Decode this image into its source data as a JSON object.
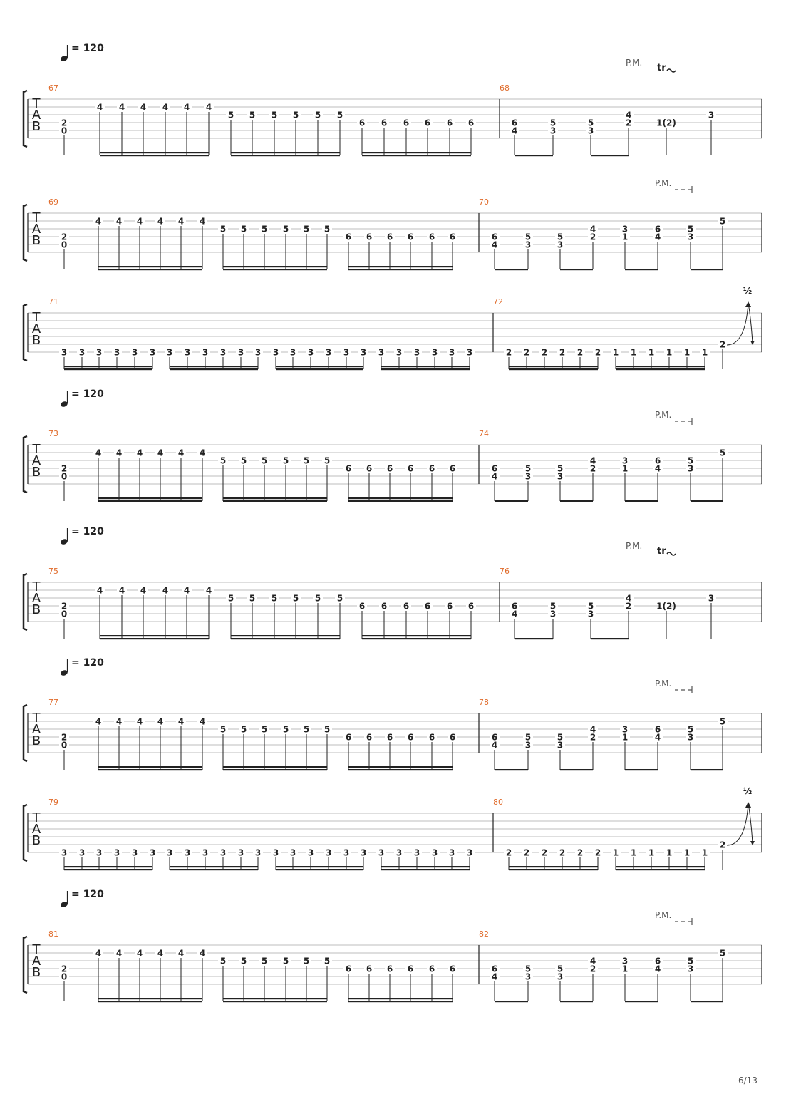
{
  "page": {
    "number": "6/13"
  },
  "labels": {
    "tab": [
      "T",
      "A",
      "B"
    ],
    "palm_mute": "P.M.",
    "trill": "tr",
    "bend": "½"
  },
  "systems": [
    {
      "tempo": "120",
      "annotation": "pm_trill",
      "measures": [
        {
          "number": "67",
          "pattern": "riffA"
        },
        {
          "number": "68",
          "pattern": "endTrill"
        }
      ]
    },
    {
      "tempo": null,
      "annotation": "pm_dash",
      "measures": [
        {
          "number": "69",
          "pattern": "riffA"
        },
        {
          "number": "70",
          "pattern": "endRun"
        }
      ]
    },
    {
      "tempo": null,
      "annotation": "bend",
      "measures": [
        {
          "number": "71",
          "pattern": "riffB"
        },
        {
          "number": "72",
          "pattern": "endBend"
        }
      ]
    },
    {
      "tempo": "120",
      "annotation": "pm_dash",
      "measures": [
        {
          "number": "73",
          "pattern": "riffA"
        },
        {
          "number": "74",
          "pattern": "endRun"
        }
      ]
    },
    {
      "tempo": "120",
      "annotation": "pm_trill",
      "measures": [
        {
          "number": "75",
          "pattern": "riffA"
        },
        {
          "number": "76",
          "pattern": "endTrill"
        }
      ]
    },
    {
      "tempo": "120",
      "annotation": "pm_dash",
      "measures": [
        {
          "number": "77",
          "pattern": "riffA"
        },
        {
          "number": "78",
          "pattern": "endRun"
        }
      ]
    },
    {
      "tempo": null,
      "annotation": "bend",
      "measures": [
        {
          "number": "79",
          "pattern": "riffB"
        },
        {
          "number": "80",
          "pattern": "endBend"
        }
      ]
    },
    {
      "tempo": "120",
      "annotation": "pm_dash",
      "measures": [
        {
          "number": "81",
          "pattern": "riffA"
        },
        {
          "number": "82",
          "pattern": "endRun"
        }
      ]
    }
  ],
  "patterns": {
    "riffA": [
      {
        "notes": [
          {
            "s": 4,
            "f": "2"
          },
          {
            "s": 5,
            "f": "0"
          }
        ]
      },
      {
        "notes": [
          {
            "s": 2,
            "f": "4"
          }
        ]
      },
      {
        "notes": [
          {
            "s": 2,
            "f": "4"
          }
        ]
      },
      {
        "notes": [
          {
            "s": 2,
            "f": "4"
          }
        ]
      },
      {
        "notes": [
          {
            "s": 2,
            "f": "4"
          }
        ]
      },
      {
        "notes": [
          {
            "s": 2,
            "f": "4"
          }
        ]
      },
      {
        "notes": [
          {
            "s": 2,
            "f": "4"
          }
        ]
      },
      {
        "notes": [
          {
            "s": 3,
            "f": "5"
          }
        ]
      },
      {
        "notes": [
          {
            "s": 3,
            "f": "5"
          }
        ]
      },
      {
        "notes": [
          {
            "s": 3,
            "f": "5"
          }
        ]
      },
      {
        "notes": [
          {
            "s": 3,
            "f": "5"
          }
        ]
      },
      {
        "notes": [
          {
            "s": 3,
            "f": "5"
          }
        ]
      },
      {
        "notes": [
          {
            "s": 3,
            "f": "5"
          }
        ]
      },
      {
        "notes": [
          {
            "s": 4,
            "f": "6"
          }
        ]
      },
      {
        "notes": [
          {
            "s": 4,
            "f": "6"
          }
        ]
      },
      {
        "notes": [
          {
            "s": 4,
            "f": "6"
          }
        ]
      },
      {
        "notes": [
          {
            "s": 4,
            "f": "6"
          }
        ]
      },
      {
        "notes": [
          {
            "s": 4,
            "f": "6"
          }
        ]
      },
      {
        "notes": [
          {
            "s": 4,
            "f": "6"
          }
        ]
      }
    ],
    "endTrill": [
      {
        "notes": [
          {
            "s": 4,
            "f": "6"
          },
          {
            "s": 5,
            "f": "4"
          }
        ]
      },
      {
        "notes": [
          {
            "s": 4,
            "f": "5"
          },
          {
            "s": 5,
            "f": "3"
          }
        ]
      },
      {
        "notes": [
          {
            "s": 4,
            "f": "5"
          },
          {
            "s": 5,
            "f": "3"
          }
        ]
      },
      {
        "notes": [
          {
            "s": 3,
            "f": "4"
          },
          {
            "s": 4,
            "f": "2"
          }
        ]
      },
      {
        "notes": [
          {
            "s": 4,
            "f": "1(2)"
          }
        ]
      },
      {
        "notes": [
          {
            "s": 3,
            "f": "3"
          }
        ]
      }
    ],
    "endRun": [
      {
        "notes": [
          {
            "s": 4,
            "f": "6"
          },
          {
            "s": 5,
            "f": "4"
          }
        ]
      },
      {
        "notes": [
          {
            "s": 4,
            "f": "5"
          },
          {
            "s": 5,
            "f": "3"
          }
        ]
      },
      {
        "notes": [
          {
            "s": 4,
            "f": "5"
          },
          {
            "s": 5,
            "f": "3"
          }
        ]
      },
      {
        "notes": [
          {
            "s": 3,
            "f": "4"
          },
          {
            "s": 4,
            "f": "2"
          }
        ]
      },
      {
        "notes": [
          {
            "s": 3,
            "f": "3"
          },
          {
            "s": 4,
            "f": "1"
          }
        ]
      },
      {
        "notes": [
          {
            "s": 3,
            "f": "6"
          },
          {
            "s": 4,
            "f": "4"
          }
        ]
      },
      {
        "notes": [
          {
            "s": 3,
            "f": "5"
          },
          {
            "s": 4,
            "f": "3"
          }
        ]
      },
      {
        "notes": [
          {
            "s": 2,
            "f": "5"
          }
        ]
      }
    ],
    "riffB": [
      {
        "notes": [
          {
            "s": 6,
            "f": "3"
          }
        ]
      },
      {
        "notes": [
          {
            "s": 6,
            "f": "3"
          }
        ]
      },
      {
        "notes": [
          {
            "s": 6,
            "f": "3"
          }
        ]
      },
      {
        "notes": [
          {
            "s": 6,
            "f": "3"
          }
        ]
      },
      {
        "notes": [
          {
            "s": 6,
            "f": "3"
          }
        ]
      },
      {
        "notes": [
          {
            "s": 6,
            "f": "3"
          }
        ]
      },
      {
        "notes": [
          {
            "s": 6,
            "f": "3"
          }
        ]
      },
      {
        "notes": [
          {
            "s": 6,
            "f": "3"
          }
        ]
      },
      {
        "notes": [
          {
            "s": 6,
            "f": "3"
          }
        ]
      },
      {
        "notes": [
          {
            "s": 6,
            "f": "3"
          }
        ]
      },
      {
        "notes": [
          {
            "s": 6,
            "f": "3"
          }
        ]
      },
      {
        "notes": [
          {
            "s": 6,
            "f": "3"
          }
        ]
      },
      {
        "notes": [
          {
            "s": 6,
            "f": "3"
          }
        ]
      },
      {
        "notes": [
          {
            "s": 6,
            "f": "3"
          }
        ]
      },
      {
        "notes": [
          {
            "s": 6,
            "f": "3"
          }
        ]
      },
      {
        "notes": [
          {
            "s": 6,
            "f": "3"
          }
        ]
      },
      {
        "notes": [
          {
            "s": 6,
            "f": "3"
          }
        ]
      },
      {
        "notes": [
          {
            "s": 6,
            "f": "3"
          }
        ]
      },
      {
        "notes": [
          {
            "s": 6,
            "f": "3"
          }
        ]
      },
      {
        "notes": [
          {
            "s": 6,
            "f": "3"
          }
        ]
      },
      {
        "notes": [
          {
            "s": 6,
            "f": "3"
          }
        ]
      },
      {
        "notes": [
          {
            "s": 6,
            "f": "3"
          }
        ]
      },
      {
        "notes": [
          {
            "s": 6,
            "f": "3"
          }
        ]
      },
      {
        "notes": [
          {
            "s": 6,
            "f": "3"
          }
        ]
      }
    ],
    "endBend": [
      {
        "notes": [
          {
            "s": 6,
            "f": "2"
          }
        ]
      },
      {
        "notes": [
          {
            "s": 6,
            "f": "2"
          }
        ]
      },
      {
        "notes": [
          {
            "s": 6,
            "f": "2"
          }
        ]
      },
      {
        "notes": [
          {
            "s": 6,
            "f": "2"
          }
        ]
      },
      {
        "notes": [
          {
            "s": 6,
            "f": "2"
          }
        ]
      },
      {
        "notes": [
          {
            "s": 6,
            "f": "2"
          }
        ]
      },
      {
        "notes": [
          {
            "s": 6,
            "f": "1"
          }
        ]
      },
      {
        "notes": [
          {
            "s": 6,
            "f": "1"
          }
        ]
      },
      {
        "notes": [
          {
            "s": 6,
            "f": "1"
          }
        ]
      },
      {
        "notes": [
          {
            "s": 6,
            "f": "1"
          }
        ]
      },
      {
        "notes": [
          {
            "s": 6,
            "f": "1"
          }
        ]
      },
      {
        "notes": [
          {
            "s": 6,
            "f": "1"
          }
        ]
      },
      {
        "notes": [
          {
            "s": 5,
            "f": "2"
          }
        ]
      }
    ]
  },
  "colors": {
    "measure_number": "#e06c2c",
    "staff_line": "#bdbdbd",
    "ink": "#222222"
  }
}
